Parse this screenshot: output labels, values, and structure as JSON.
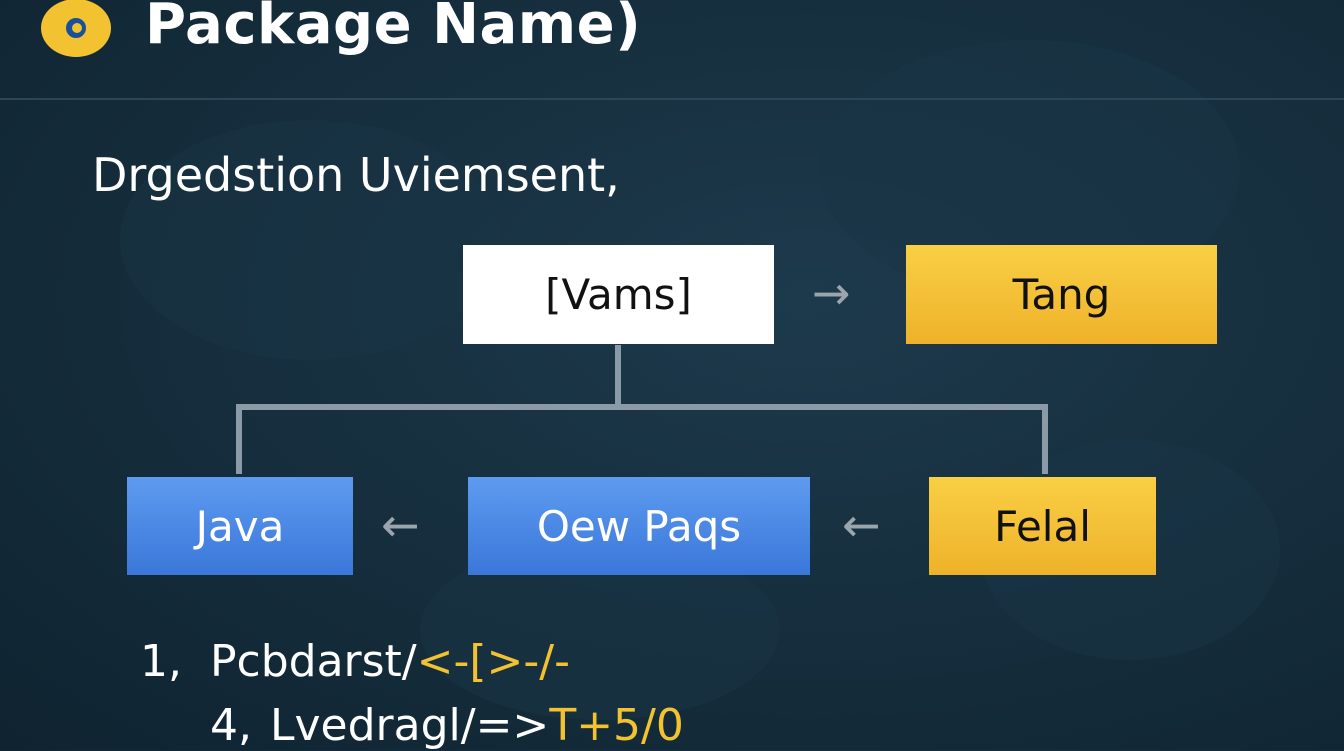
{
  "header": {
    "title": "Package Name)"
  },
  "subtitle": "Drgedstion Uviemsent,",
  "diagram": {
    "nodes": {
      "names": "[Vams]",
      "tang": "Tang",
      "java": "Java",
      "oew_paqs": "Oew Paqs",
      "felal": "Felal"
    },
    "arrows": {
      "names_to_tang": "→",
      "oew_to_java": "←",
      "felal_to_oew": "←"
    }
  },
  "list": [
    {
      "num": "1,",
      "text": "Pcbdarst/",
      "code": "<-[>-/-"
    },
    {
      "num": "4,",
      "text": "Lvedragl/=>",
      "code": "T+5/0"
    }
  ],
  "colors": {
    "background": "#152d3c",
    "accent_yellow": "#f2c230",
    "accent_blue": "#3a77d9"
  }
}
